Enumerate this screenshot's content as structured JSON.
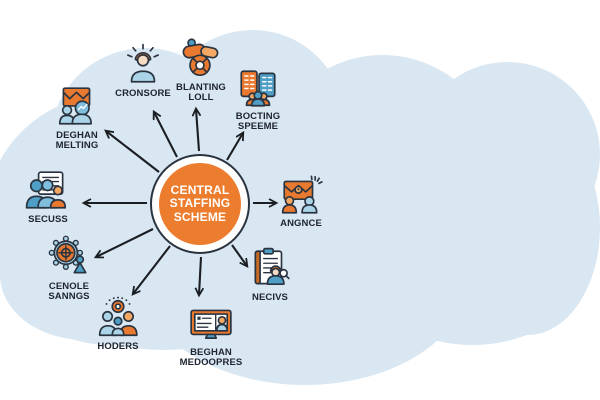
{
  "diagram": {
    "title": "CENTRAL STAFFING SCHEME",
    "center": {
      "label": "CENTRAL\nSTAFFING\nSCHEME"
    },
    "nodes": [
      {
        "id": "deghan-melting",
        "label": "DEGHAN\nMELTING",
        "icon": "envelope-people-icon"
      },
      {
        "id": "cronsore",
        "label": "CRONSORE",
        "icon": "person-rays-icon"
      },
      {
        "id": "blanting-loll",
        "label": "BLANTING\nLOLL",
        "icon": "wheel-boat-icon"
      },
      {
        "id": "bocting-speeme",
        "label": "BOCTING\nSPEEME",
        "icon": "ledgers-people-icon"
      },
      {
        "id": "angnce",
        "label": "ANGNCE",
        "icon": "envelope-pin-people-icon"
      },
      {
        "id": "necivs",
        "label": "NECIVS",
        "icon": "clipboard-person-magnifier-icon"
      },
      {
        "id": "beghan-medoopres",
        "label": "BEGHAN\nMEDOOPRES",
        "icon": "screen-person-icon"
      },
      {
        "id": "hoders",
        "label": "HODERS",
        "icon": "team-ring-icon"
      },
      {
        "id": "cenole-sanngs",
        "label": "CENOLE\nSANNGS",
        "icon": "gear-target-person-icon"
      },
      {
        "id": "secuss",
        "label": "SECUSS",
        "icon": "document-team-icon"
      }
    ],
    "colors": {
      "cloud": "#D9E7F2",
      "hub_fill": "#ED7D2E",
      "hub_ring": "#FFFFFF",
      "outline": "#2A3440",
      "arrow": "#1B1F24",
      "accent_orange": "#E8792F",
      "accent_orange_light": "#F3A964",
      "accent_blue": "#4E9EC6",
      "accent_blue_light": "#ABD4E8"
    }
  }
}
